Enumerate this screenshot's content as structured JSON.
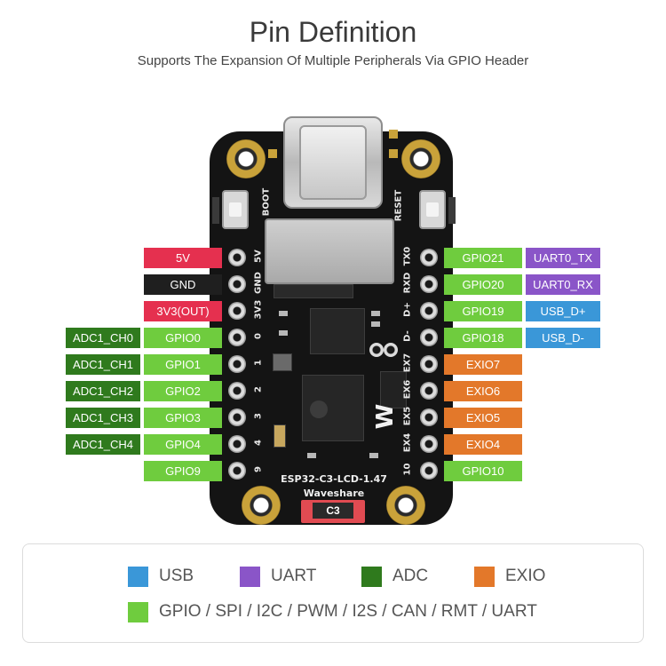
{
  "header": {
    "title": "Pin Definition",
    "subtitle": "Supports The Expansion Of Multiple Peripherals Via GPIO Header"
  },
  "left_labels": [
    {
      "text": "5V",
      "color": "#e5304f"
    },
    {
      "text": "GND",
      "color": "#1f1f1f"
    },
    {
      "text": "3V3(OUT)",
      "color": "#e5304f"
    },
    {
      "text": "GPIO0",
      "color": "#6fcc3e"
    },
    {
      "text": "GPIO1",
      "color": "#6fcc3e"
    },
    {
      "text": "GPIO2",
      "color": "#6fcc3e"
    },
    {
      "text": "GPIO3",
      "color": "#6fcc3e"
    },
    {
      "text": "GPIO4",
      "color": "#6fcc3e"
    },
    {
      "text": "GPIO9",
      "color": "#6fcc3e"
    }
  ],
  "left_adc_labels": [
    "ADC1_CH0",
    "ADC1_CH1",
    "ADC1_CH2",
    "ADC1_CH3",
    "ADC1_CH4"
  ],
  "right_labels": [
    {
      "text": "GPIO21",
      "color": "#6fcc3e"
    },
    {
      "text": "GPIO20",
      "color": "#6fcc3e"
    },
    {
      "text": "GPIO19",
      "color": "#6fcc3e"
    },
    {
      "text": "GPIO18",
      "color": "#6fcc3e"
    },
    {
      "text": "EXIO7",
      "color": "#e3782a"
    },
    {
      "text": "EXIO6",
      "color": "#e3782a"
    },
    {
      "text": "EXIO5",
      "color": "#e3782a"
    },
    {
      "text": "EXIO4",
      "color": "#e3782a"
    },
    {
      "text": "GPIO10",
      "color": "#6fcc3e"
    }
  ],
  "right_func_labels": [
    {
      "text": "UART0_TX",
      "color": "#8a55c8"
    },
    {
      "text": "UART0_RX",
      "color": "#8a55c8"
    },
    {
      "text": "USB_D+",
      "color": "#3a97d8"
    },
    {
      "text": "USB_D-",
      "color": "#3a97d8"
    }
  ],
  "board": {
    "boot_label": "BOOT",
    "reset_label": "RESET",
    "left_silk": [
      "5V",
      "GND",
      "3V3",
      "0",
      "1",
      "2",
      "3",
      "4",
      "9"
    ],
    "right_silk": [
      "TX0",
      "RXD",
      "D+",
      "D-",
      "EX7",
      "EX6",
      "EX5",
      "EX4",
      "10"
    ],
    "name": "ESP32-C3-LCD-1.47",
    "brand": "Waveshare",
    "chip_mark": "C3"
  },
  "legend": {
    "row1": [
      {
        "text": "USB",
        "color": "#3a97d8"
      },
      {
        "text": "UART",
        "color": "#8a55c8"
      },
      {
        "text": "ADC",
        "color": "#2f7a1d"
      },
      {
        "text": "EXIO",
        "color": "#e3782a"
      }
    ],
    "row2": {
      "text": "GPIO / SPI / I2C / PWM / I2S / CAN / RMT / UART",
      "color": "#6fcc3e"
    }
  }
}
